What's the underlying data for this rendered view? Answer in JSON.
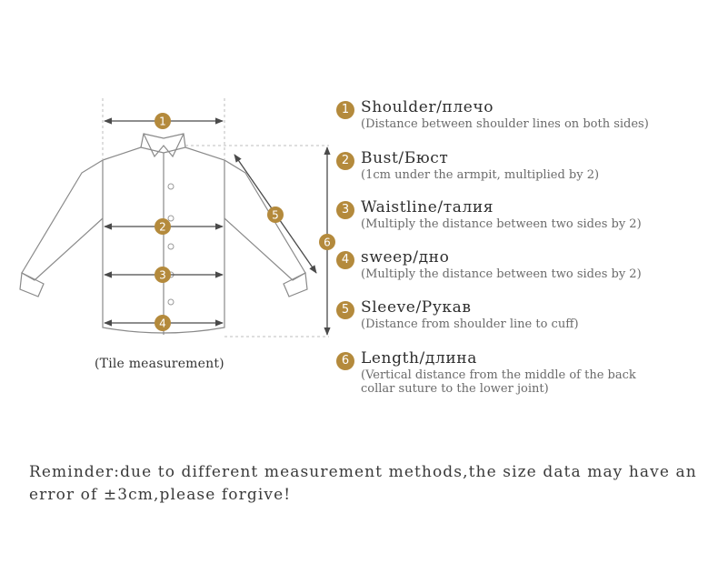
{
  "caption": "(Tile measurement)",
  "accent_color": "#b48a3c",
  "diagram_markers": [
    "1",
    "2",
    "3",
    "4",
    "5",
    "6"
  ],
  "legend": [
    {
      "num": "1",
      "title": "Shoulder/плечо",
      "desc": "(Distance between shoulder lines on both sides)"
    },
    {
      "num": "2",
      "title": "Bust/Бюст",
      "desc": "(1cm under the armpit, multiplied by 2)"
    },
    {
      "num": "3",
      "title": "Waistline/талия",
      "desc": "(Multiply the distance between two sides by 2)"
    },
    {
      "num": "4",
      "title": "sweep/дно",
      "desc": "(Multiply the distance between two sides by 2)"
    },
    {
      "num": "5",
      "title": "Sleeve/Рукав",
      "desc": "(Distance from shoulder line to cuff)"
    },
    {
      "num": "6",
      "title": "Length/длина",
      "desc": "(Vertical distance from the middle of the back\n collar suture to the lower joint)"
    }
  ],
  "reminder": "Reminder:due to different measurement methods,the size data may have an error of ±3cm,please forgive!"
}
